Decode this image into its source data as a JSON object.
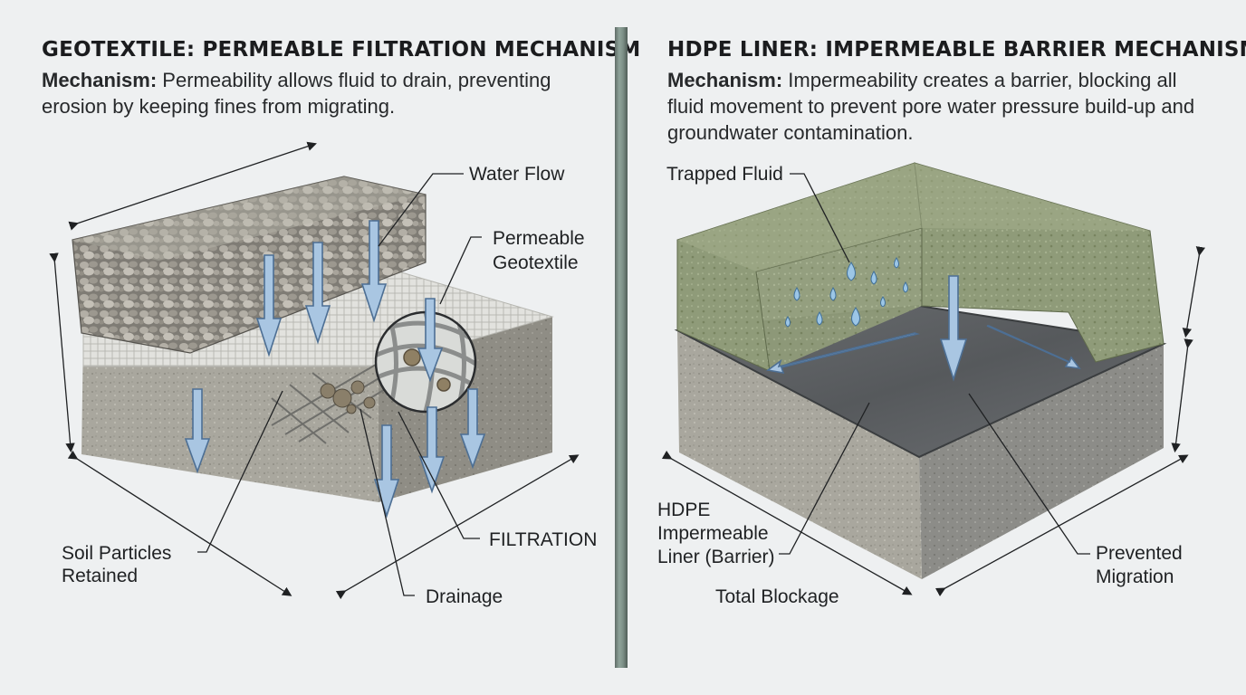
{
  "left": {
    "title": "GEOTEXTILE: PERMEABLE FILTRATION MECHANISM",
    "mechanism_label": "Mechanism:",
    "mechanism_text": "Permeability allows fluid to drain, preventing erosion by keeping fines from migrating.",
    "labels": {
      "water_flow": "Water Flow",
      "geotextile_1": "Permeable",
      "geotextile_2": "Geotextile",
      "filtration": "FILTRATION",
      "soil_1": "Soil Particles",
      "soil_2": "Retained",
      "drainage": "Drainage"
    }
  },
  "right": {
    "title": "HDPE LINER: IMPERMEABLE BARRIER MECHANISM",
    "mechanism_label": "Mechanism:",
    "mechanism_text": "Impermeability creates a barrier, blocking all fluid movement to prevent pore water pressure build-up and groundwater contamination.",
    "labels": {
      "trapped_fluid": "Trapped Fluid",
      "hdpe_1": "HDPE",
      "hdpe_2": "Impermeable",
      "hdpe_3": "Liner (Barrier)",
      "blockage": "Total Blockage",
      "prevented_1": "Prevented",
      "prevented_2": "Migration"
    }
  },
  "colors": {
    "background": "#eef0f1",
    "gravel": "#8a8780",
    "soil": "#a7a59c",
    "geotextile": "#dcdcd8",
    "hdpe": "#5b5e60",
    "green_soil": "#8e9a78",
    "arrow_fill": "#a9c6e2",
    "arrow_stroke": "#4d6f94"
  }
}
